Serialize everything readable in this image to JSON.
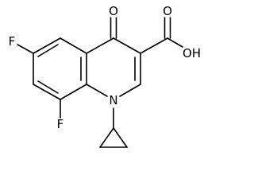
{
  "molecule": {
    "atom_labels": {
      "keto_oxygen": "O",
      "carboxyl_oxygen": "O",
      "hydroxyl": "OH",
      "nitrogen": "N",
      "fluorine_6": "F",
      "fluorine_8": "F"
    }
  },
  "colors": {
    "background": "#ffffff",
    "ink": "#000000"
  }
}
